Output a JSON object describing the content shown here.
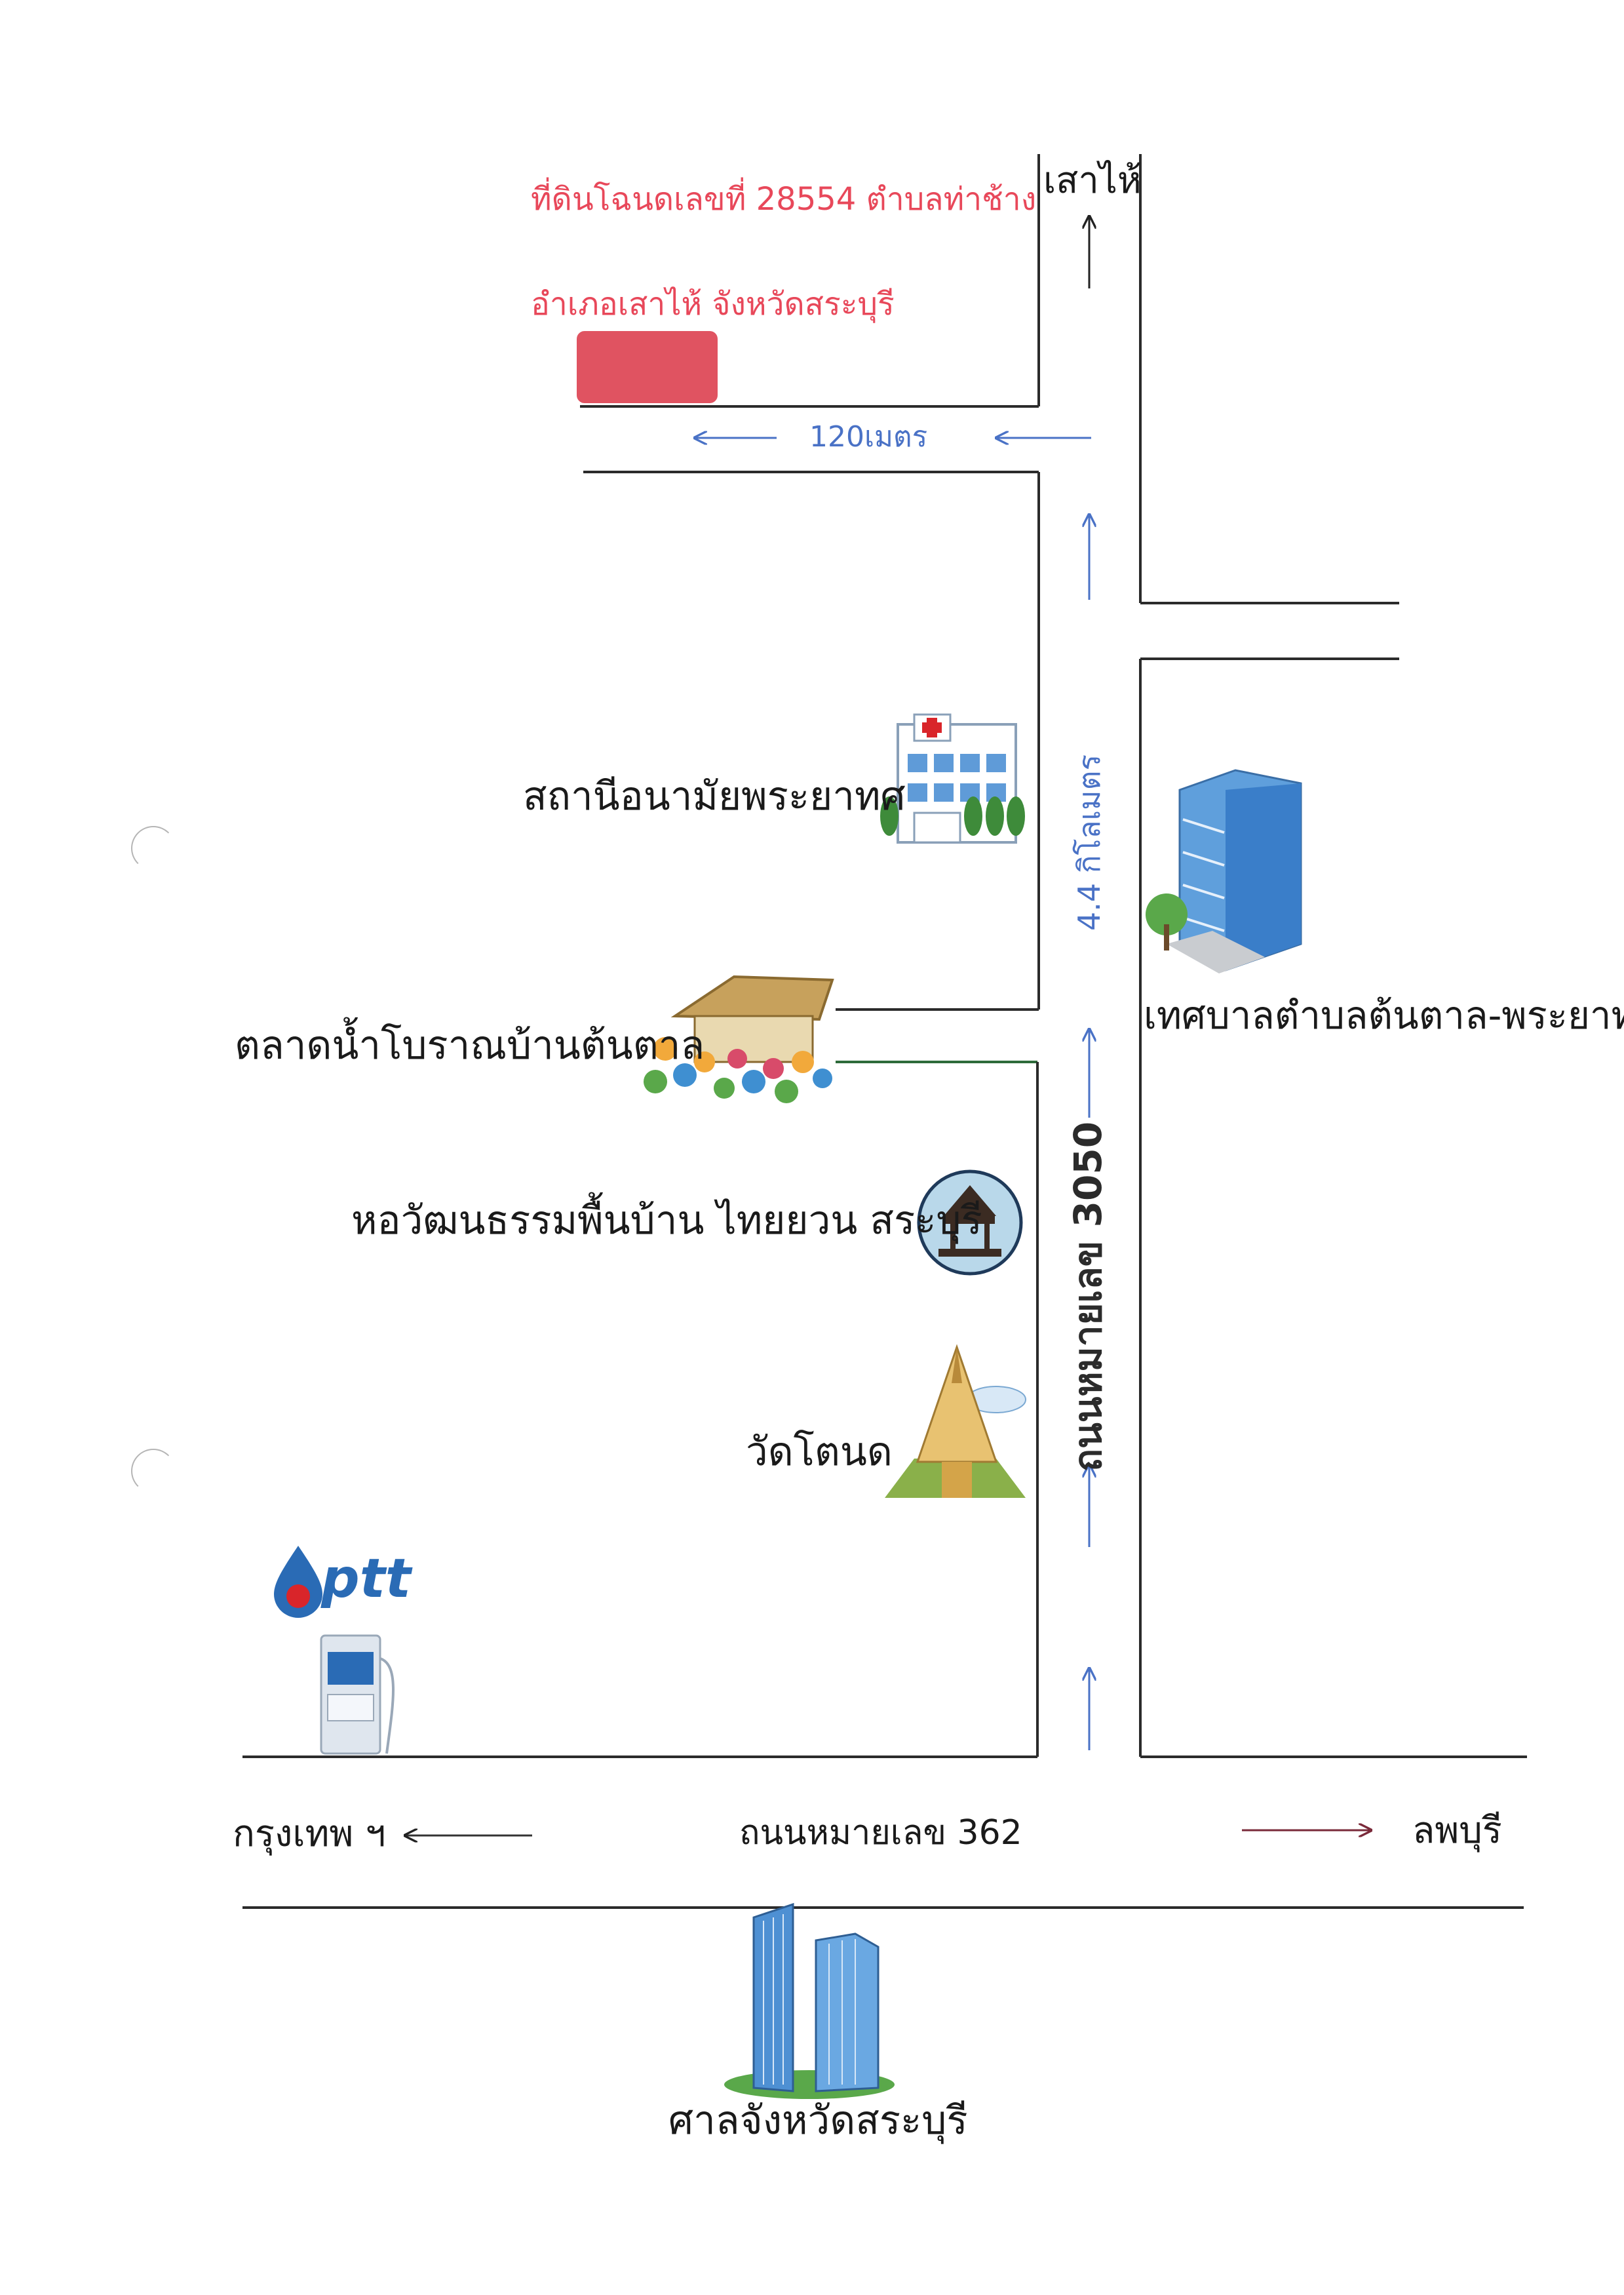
{
  "parcel": {
    "line1": "ที่ดินโฉนดเลขที่ 28554 ตำบลท่าช้าง",
    "line2": "อำเภอเสาไห้ จังหวัดสระบุรี",
    "marker_color": "#e05361"
  },
  "roads": {
    "north_label": "เสาไห้",
    "side_distance": "120เมตร",
    "main_distance": "4.4 กิโลเมตร",
    "main_road": "ถนนหมายเลข 3050",
    "highway": "ถนนหมายเลข 362",
    "to_west": "กรุงเทพ ฯ",
    "to_east": "ลพบุรี"
  },
  "landmarks": {
    "health_station": "สถานีอนามัยพระยาทศ",
    "floating_market": "ตลาดน้ำโบราณบ้านต้นตาล",
    "culture_hall": "หอวัฒนธรรมพื้นบ้าน ไทยยวน สระบุรี",
    "temple": "วัดโตนด",
    "municipality": "เทศบาลตำบลต้นตาล-พระยาทด",
    "court": "ศาลจังหวัดสระบุรี",
    "gas_brand": "ptt"
  },
  "icons": {
    "health_station": "hospital-icon",
    "floating_market": "market-icon",
    "culture_hall": "pavilion-icon",
    "temple": "stupa-icon",
    "municipality": "office-building-icon",
    "court": "twin-towers-icon",
    "gas": "fuel-pump-icon"
  },
  "colors": {
    "road": "#2b2b2b",
    "arrow": "#4a72c6",
    "parcel_text": "#e8485a",
    "side_road_green": "#2e6b3a"
  }
}
